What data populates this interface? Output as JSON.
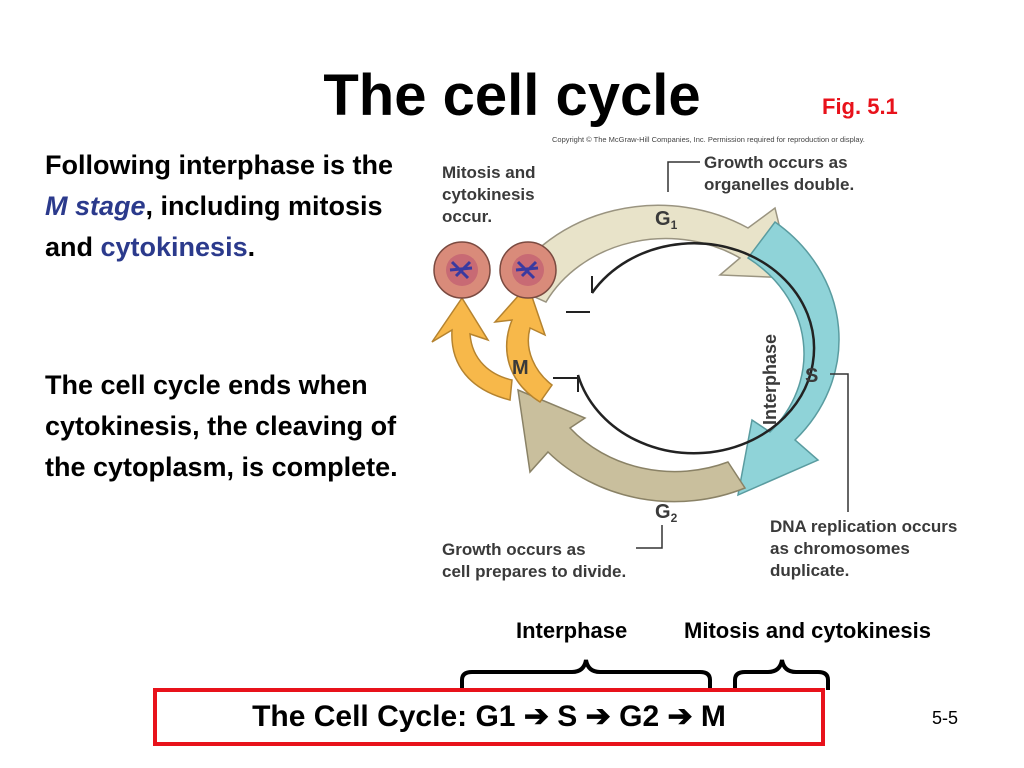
{
  "title": "The cell cycle",
  "fig_label": "Fig. 5.1",
  "copyright": "Copyright © The McGraw-Hill Companies, Inc. Permission required for reproduction or display.",
  "paragraph1": {
    "part1": "Following interphase is the ",
    "m_stage": "M stage",
    "part2": ", including mitosis and ",
    "cytokinesis": "cytokinesis",
    "part3": "."
  },
  "paragraph2": "The cell cycle ends when cytokinesis, the cleaving of the cytoplasm, is complete.",
  "diagram": {
    "mitosis_note": [
      "Mitosis and",
      "cytokinesis",
      "occur."
    ],
    "g1_note": [
      "Growth occurs as",
      "organelles double."
    ],
    "g2_note": [
      "Growth occurs as",
      "cell prepares to divide."
    ],
    "s_note": [
      "DNA replication occurs",
      "as chromosomes",
      "duplicate."
    ],
    "g1": "G",
    "g1_sub": "1",
    "g2": "G",
    "g2_sub": "2",
    "s": "S",
    "m": "M",
    "interphase": "Interphase",
    "colors": {
      "g1_arrow": "#e8e3c9",
      "s_arrow": "#8fd3d8",
      "g2_arrow": "#c9bf9d",
      "m_arrow": "#f7b84a",
      "cell_fill": "#d98b7a",
      "cell_inner": "#c86a74",
      "chromosome": "#3a3aa0"
    }
  },
  "phase_labels": {
    "interphase": "Interphase",
    "mitosis": "Mitosis and cytokinesis"
  },
  "summary": "The Cell Cycle:  G1 ➔ S ➔ G2 ➔ M",
  "page_number": "5-5"
}
